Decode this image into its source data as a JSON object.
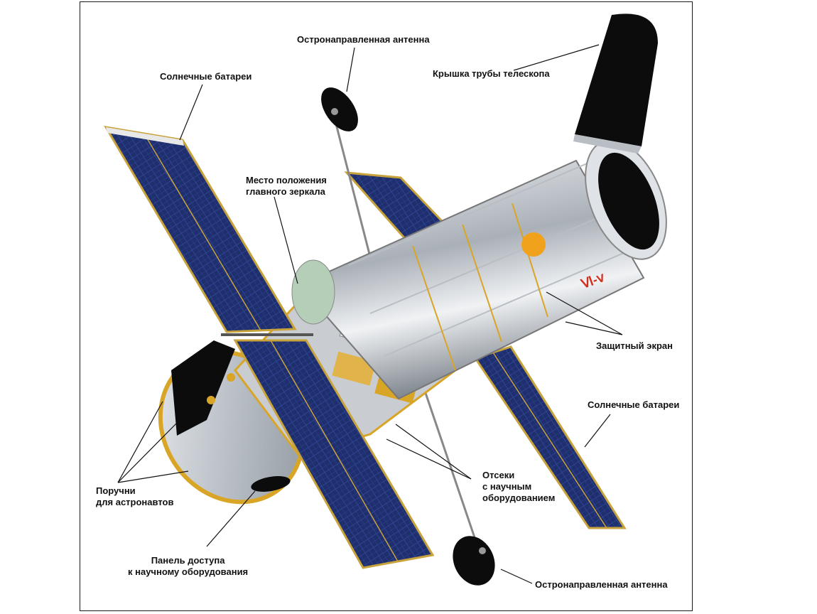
{
  "labels": {
    "solar_top": "Солнечные батареи",
    "antenna_top": "Остронаправленная антенна",
    "aperture_door": "Крышка трубы телескопа",
    "mirror_line1": "Место положения",
    "mirror_line2": "главного зеркала",
    "shield": "Защитный экран",
    "solar_right": "Солнечные батареи",
    "bays_line1": "Отсеки",
    "bays_line2": "с научным",
    "bays_line3": "оборудованием",
    "handrails_line1": "Поручни",
    "handrails_line2": "для астронавтов",
    "panel_line1": "Панель доступа",
    "panel_line2": "к научному оборудования",
    "antenna_bottom": "Остронаправленная антенна"
  },
  "colors": {
    "solar_panel": "#1f2f6e",
    "solar_frame": "#c8a23a",
    "silver": "#d9dde2",
    "gold_foil": "#d9a526",
    "dark": "#0c0c0c",
    "ball": "#f1a21c"
  }
}
